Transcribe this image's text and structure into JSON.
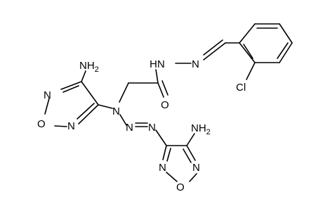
{
  "molecule": {
    "atoms": {
      "amino_top_left": "NH",
      "amino_top_left_sub": "2",
      "ring1_n_upper": "N",
      "ring1_o": "O",
      "ring1_n_lower": "N",
      "central_n": "N",
      "triazene_n1": "N",
      "triazene_n2": "N",
      "carbonyl_o": "O",
      "hydrazide_nh": "HN",
      "hydrazone_n": "N",
      "chloro": "Cl",
      "amino_bottom_right": "NH",
      "amino_bottom_right_sub": "2",
      "ring2_n_left": "N",
      "ring2_n_right": "N",
      "ring2_o": "O"
    }
  }
}
